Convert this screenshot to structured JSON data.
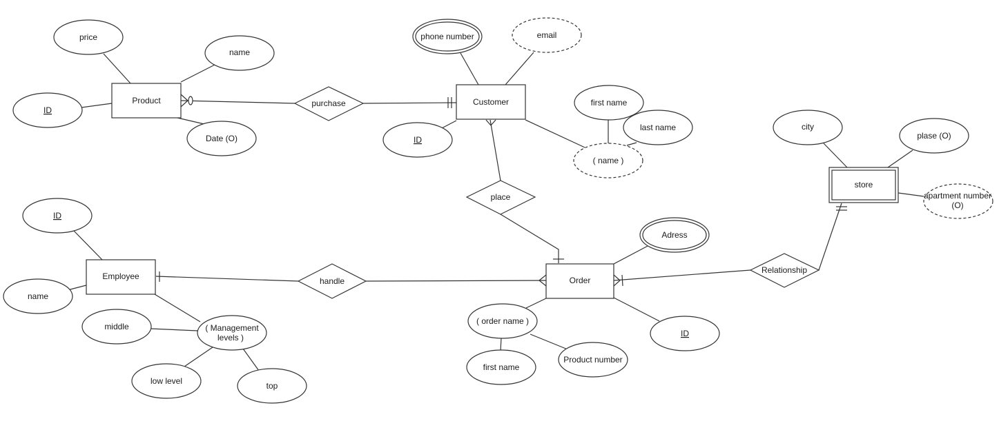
{
  "entities": {
    "product": "Product",
    "customer": "Customer",
    "employee": "Employee",
    "order": "Order",
    "store": "store"
  },
  "relationships": {
    "purchase": "purchase",
    "place": "place",
    "handle": "handle",
    "relationship": "Relationship"
  },
  "attributes": {
    "product_price": "price",
    "product_name": "name",
    "product_id": "ID",
    "product_date": "Date (O)",
    "customer_phone": "phone number",
    "customer_email": "email",
    "customer_id": "ID",
    "customer_first_name": "first name",
    "customer_last_name": "last name",
    "customer_name": "( name )",
    "store_city": "city",
    "store_plase": "plase (O)",
    "store_apartment_line1": "apartment number",
    "store_apartment_line2": "(O)",
    "employee_id": "ID",
    "employee_name": "name",
    "employee_middle": "middle",
    "employee_management_line1": "( Management",
    "employee_management_line2": "levels )",
    "employee_low_level": "low level",
    "employee_top": "top",
    "order_address": "Adress",
    "order_order_name": "( order name )",
    "order_first_name": "first name",
    "order_product_number": "Product number",
    "order_id": "ID"
  }
}
